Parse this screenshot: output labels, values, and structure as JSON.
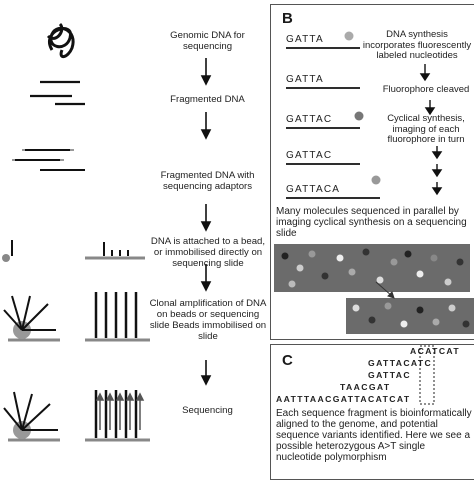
{
  "panel_a": {
    "labels": [
      "Genomic DNA for sequencing",
      "Fragmented DNA",
      "Fragmented DNA with sequencing adaptors",
      "DNA is attached to a bead, or immobilised directly on sequencing slide",
      "Clonal amplification of DNA on beads or sequencing slide Beads immobilised on slide",
      "Sequencing"
    ]
  },
  "panel_b": {
    "letter": "B",
    "seqs": [
      "GATTA",
      "GATTA",
      "GATTAC",
      "GATTAC",
      "GATTACA"
    ],
    "steps": [
      "DNA synthesis incorporates fluorescently labeled nucleotides",
      "Fluorophore cleaved",
      "Cyclical synthesis, imaging of each fluorophore in turn"
    ],
    "caption": "Many molecules sequenced in parallel by imaging cyclical synthesis on a sequencing slide"
  },
  "panel_c": {
    "letter": "C",
    "reads": [
      "ACATCAT",
      "GATTACATC",
      "GATTAC",
      "TAACGAT"
    ],
    "reference": "AATTTAACGATTACATCAT",
    "caption": "Each sequence fragment is bioinformatically aligned to the genome, and potential sequence variants identified. Here we see a possible heterozygous A>T single nucleotide polymorphism"
  },
  "colors": {
    "border": "#555555",
    "arrow": "#111111",
    "slide": "#888888",
    "dot_dark": "#666666",
    "dot_light": "#cfcfcf"
  }
}
